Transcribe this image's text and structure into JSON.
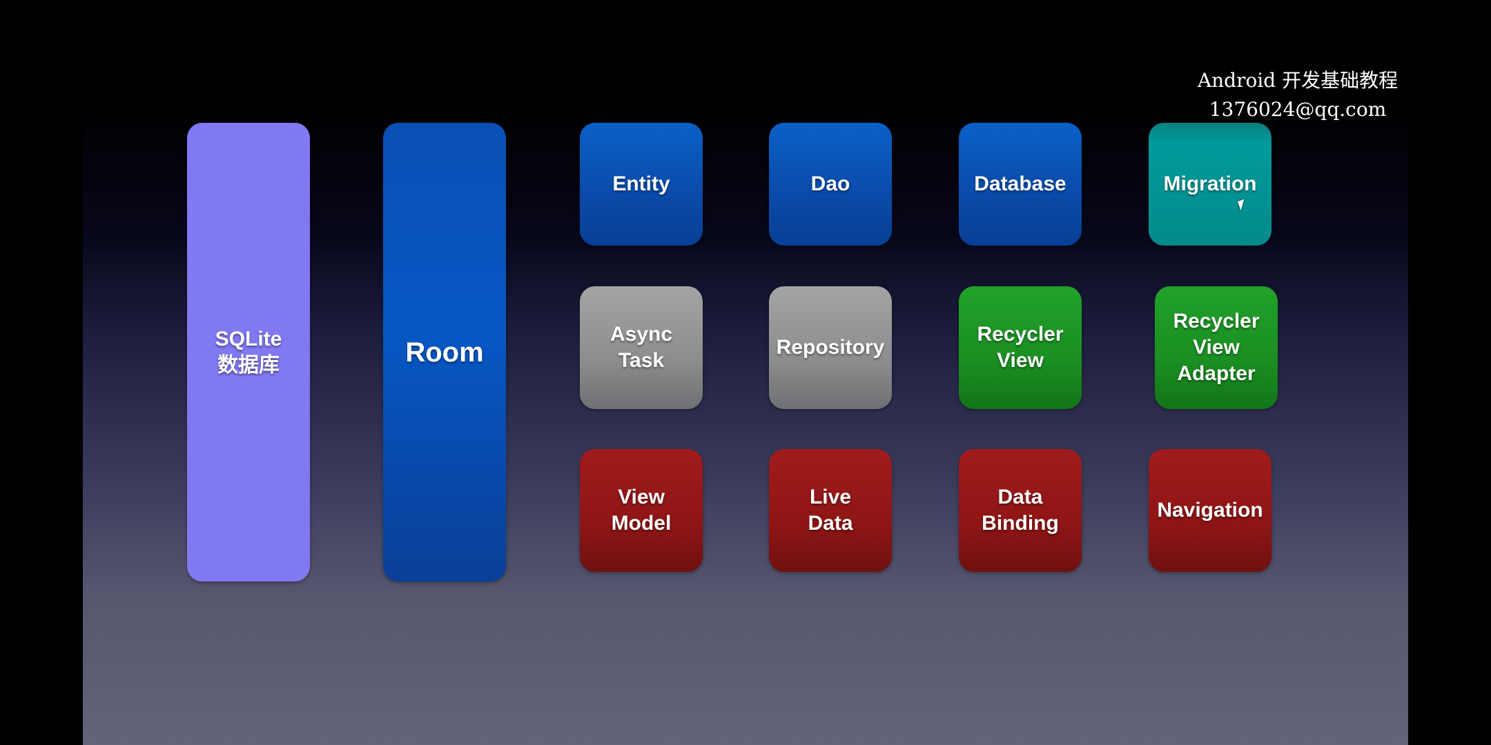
{
  "watermark": {
    "line1": "Android 开发基础教程",
    "line2": "1376024@qq.com"
  },
  "boxes": {
    "sqlite": "SQLite\n数据库",
    "room": "Room",
    "entity": "Entity",
    "dao": "Dao",
    "database": "Database",
    "migration": "Migration",
    "async_task": "Async\nTask",
    "repository": "Repository",
    "recycler_view": "Recycler\nView",
    "recycler_view_adapter": "Recycler\nView\nAdapter",
    "view_model": "View\nModel",
    "live_data": "Live\nData",
    "data_binding": "Data\nBinding",
    "navigation": "Navigation"
  },
  "colors": {
    "purple": "#8079f2",
    "blue": "#0a4aa8",
    "teal": "#048a8a",
    "gray": "#8c8d8e",
    "green": "#1a8f22",
    "red": "#8f1515"
  }
}
